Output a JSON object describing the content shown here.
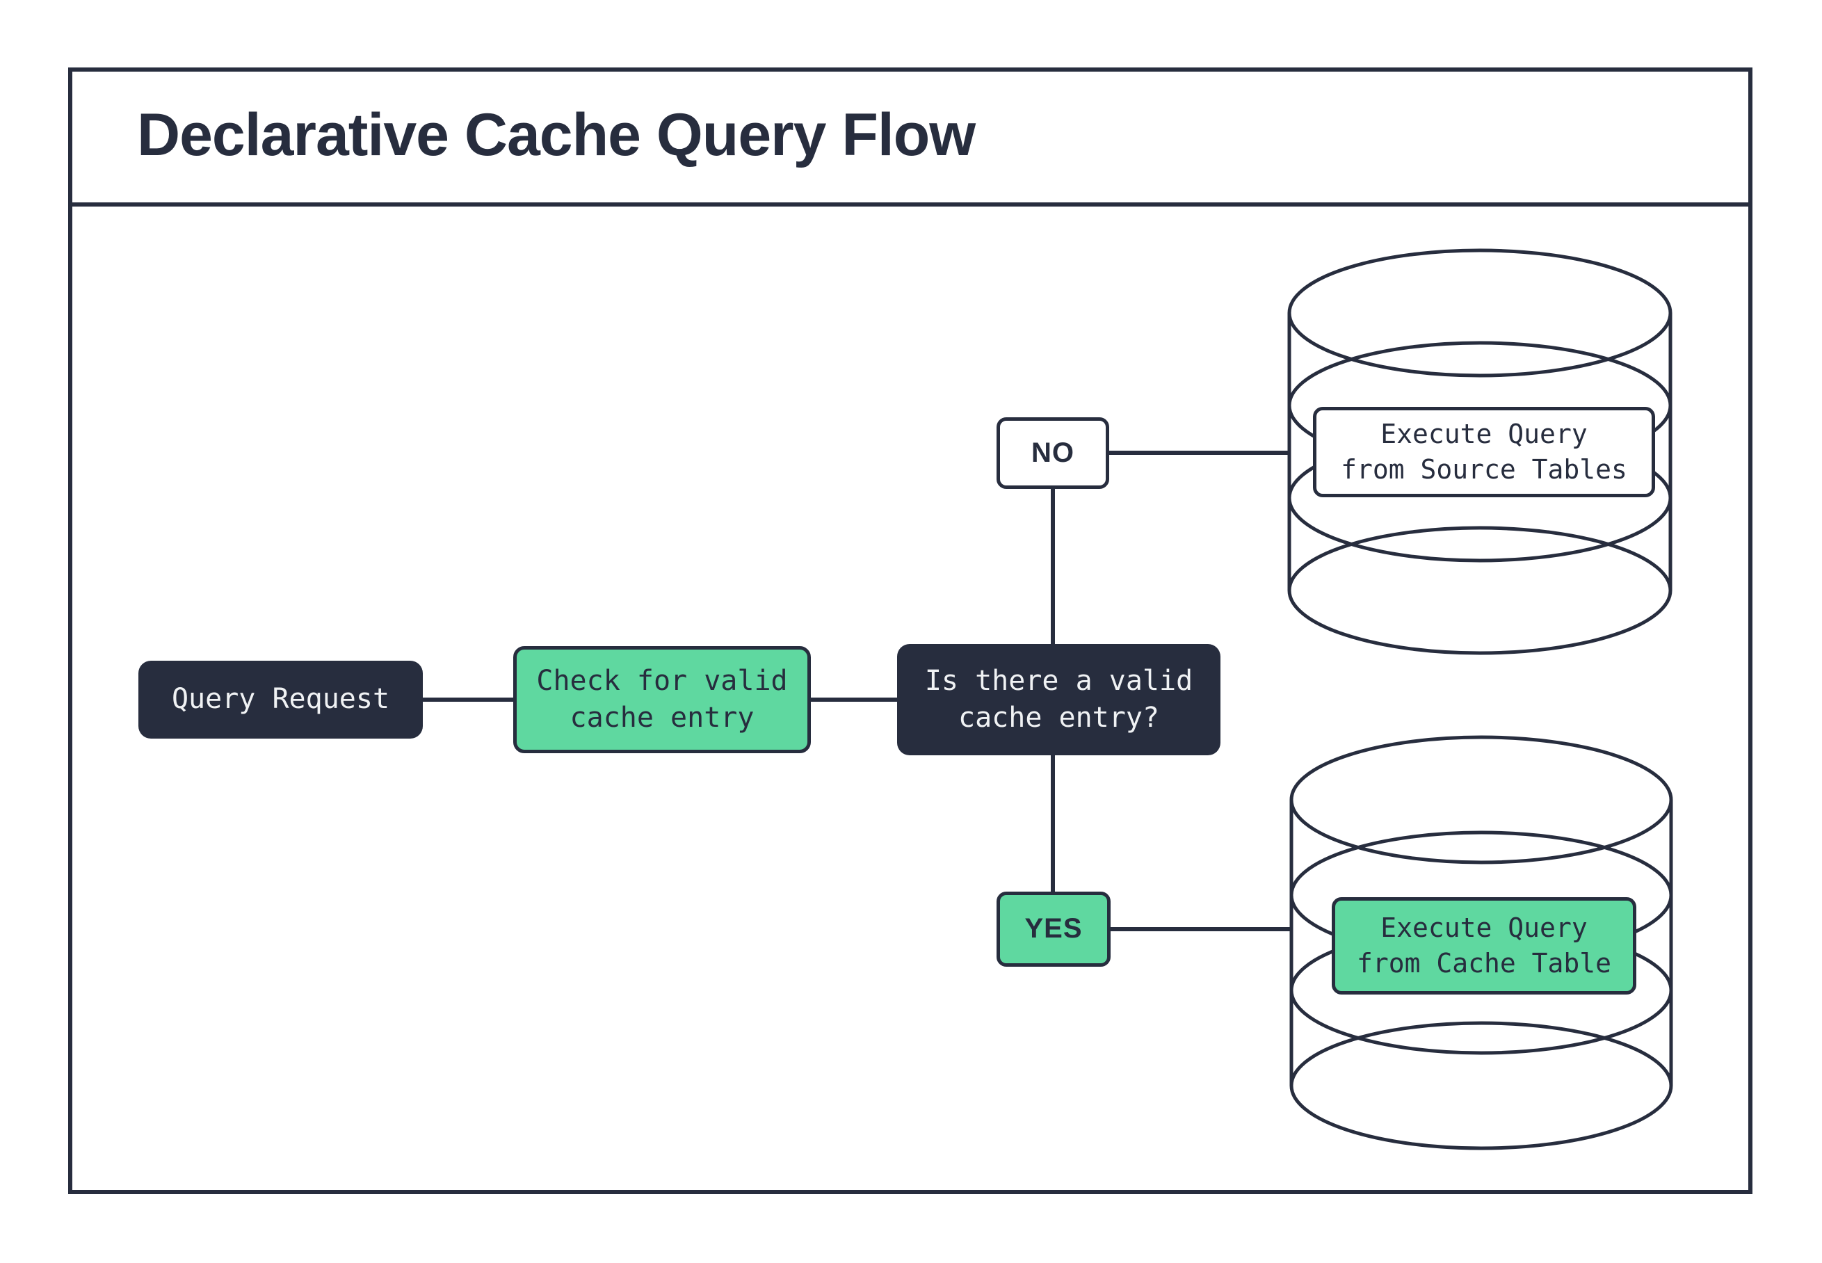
{
  "colors": {
    "dark": "#272D3E",
    "green": "#5FD8A0",
    "light": "#F0F2F4",
    "paper": "#FFFFFF"
  },
  "header": {
    "title": "Declarative Cache Query Flow"
  },
  "flow": {
    "query_request": {
      "label": "Query Request"
    },
    "check_cache": {
      "lines": [
        "Check for valid",
        "cache entry"
      ]
    },
    "decision": {
      "lines": [
        "Is there a valid",
        "cache entry?"
      ]
    },
    "branch_no": {
      "label": "NO"
    },
    "branch_yes": {
      "label": "YES"
    },
    "source_db": {
      "lines": [
        "Execute Query",
        "from Source Tables"
      ]
    },
    "cache_db": {
      "lines": [
        "Execute Query",
        "from Cache Table"
      ]
    }
  }
}
